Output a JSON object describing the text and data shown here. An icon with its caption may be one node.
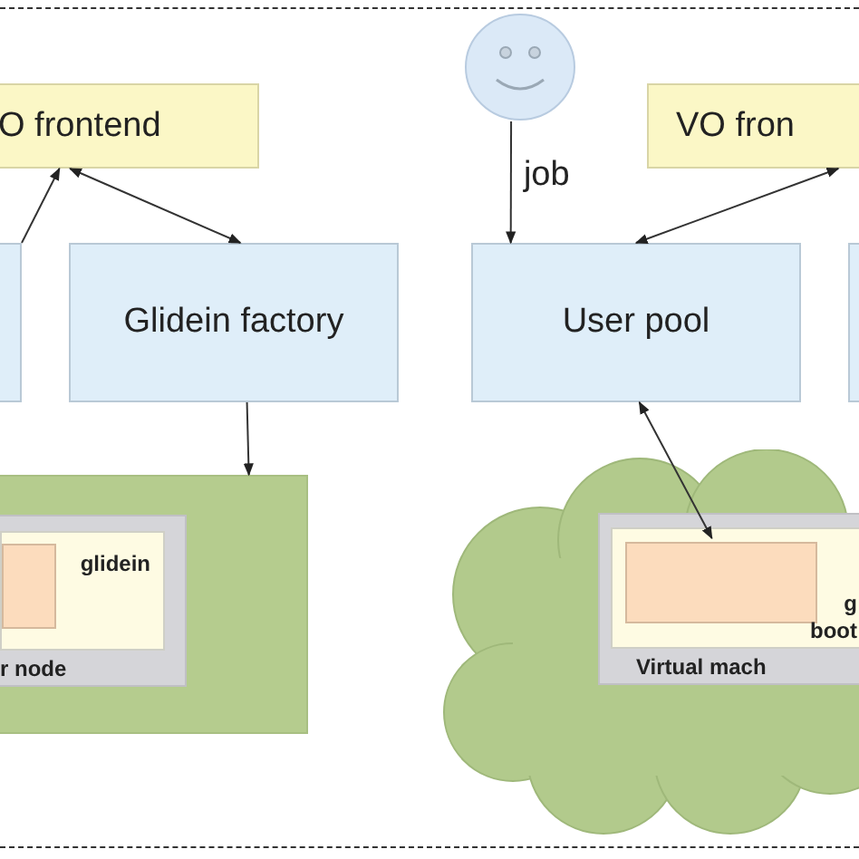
{
  "diagram": {
    "nodes": [
      {
        "text": [
          "O frontend"
        ]
      },
      {
        "text": [],
        "shape": "box"
      },
      {
        "text": [
          "Glidein factory"
        ]
      },
      {
        "text": [],
        "shape": "box"
      },
      {
        "text": [
          "r node"
        ],
        "in": 3
      },
      {
        "text": [
          "glidein"
        ],
        "in": 4
      },
      {
        "text": [],
        "shape": "box",
        "in": 5
      },
      {
        "text": [],
        "shape": "person"
      },
      {
        "text": [
          "VO fron"
        ]
      },
      {
        "text": [
          "User pool"
        ]
      },
      {
        "text": [],
        "shape": "box"
      },
      {
        "text": [],
        "shape": "cloud"
      },
      {
        "text": [
          "Virtual mach"
        ],
        "in": 11
      },
      {
        "text": [
          "g boot"
        ],
        "in": 12
      },
      {
        "text": [],
        "shape": "box",
        "in": 13
      }
    ],
    "edges": [
      {
        "from": 1,
        "to": 0,
        "arrow": "to"
      },
      {
        "from": 0,
        "to": 2,
        "arrow": "both"
      },
      {
        "from": 2,
        "to": 3,
        "arrow": "to"
      },
      {
        "from": 7,
        "to": 9,
        "arrow": "to",
        "label": "job"
      },
      {
        "from": 8,
        "to": 9,
        "arrow": "both"
      },
      {
        "from": 9,
        "to": 14,
        "arrow": "both"
      }
    ]
  }
}
